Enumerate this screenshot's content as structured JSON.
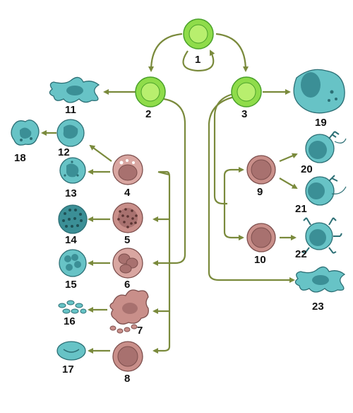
{
  "colors": {
    "arrow": "#7a8a3c",
    "stem_fill": "#8fdc4a",
    "stem_inner": "#b8ef6e",
    "stem_stroke": "#4aa12a",
    "pink_fill": "#c98f8a",
    "pink_nucleus": "#a8716f",
    "pink_stroke": "#7d4f4d",
    "teal_fill": "#67c3c6",
    "teal_nucleus": "#3b8f96",
    "teal_stroke": "#2c6f75"
  },
  "labels": {
    "n1": "1",
    "n2": "2",
    "n3": "3",
    "n4": "4",
    "n5": "5",
    "n6": "6",
    "n7": "7",
    "n8": "8",
    "n9": "9",
    "n10": "10",
    "n11": "11",
    "n12": "12",
    "n13": "13",
    "n14": "14",
    "n15": "15",
    "n16": "16",
    "n17": "17",
    "n18": "18",
    "n19": "19",
    "n20": "20",
    "n21": "21",
    "n22": "22",
    "n23": "23"
  }
}
